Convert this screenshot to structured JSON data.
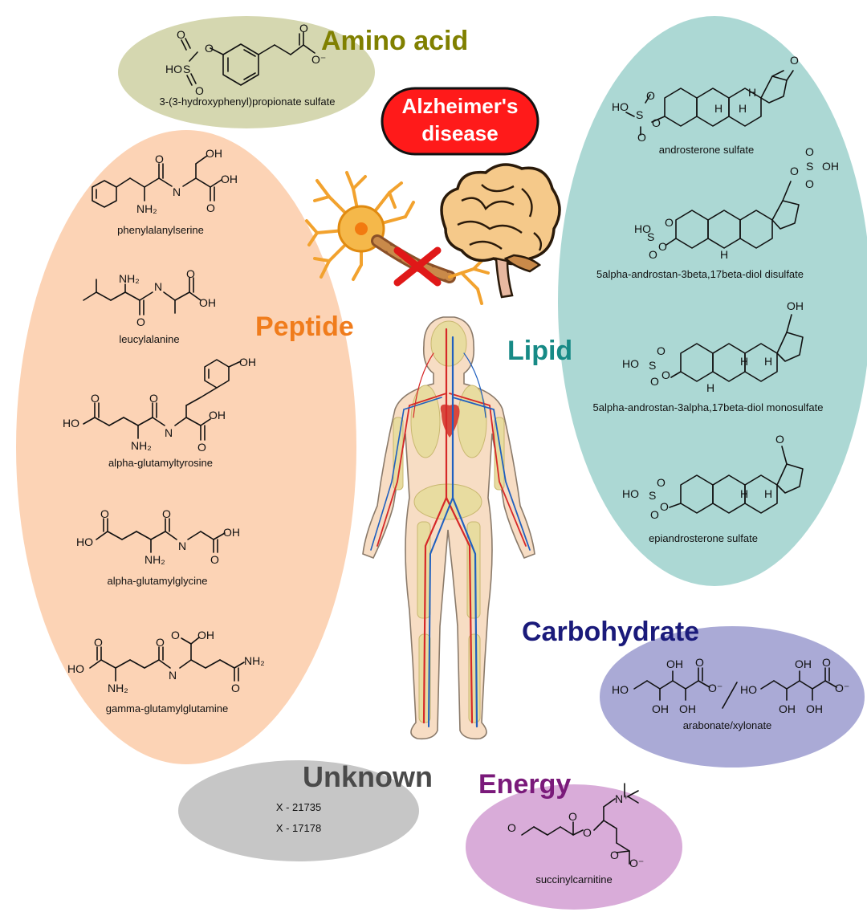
{
  "alzheimers_label": [
    "Alzheimer's",
    "disease"
  ],
  "categories": {
    "amino_acid": {
      "title": "Amino acid",
      "color": "#d5d7b0",
      "title_color": "#808000",
      "molecules": [
        "3-(3-hydroxyphenyl)propionate sulfate"
      ]
    },
    "peptide": {
      "title": "Peptide",
      "color": "#fcd3b5",
      "title_color": "#f07c1c",
      "molecules": [
        "phenylalanylserine",
        "leucylalanine",
        "alpha-glutamyltyrosine",
        "alpha-glutamylglycine",
        "gamma-glutamylglutamine"
      ]
    },
    "lipid": {
      "title": "Lipid",
      "color": "#acd8d4",
      "title_color": "#178a86",
      "molecules": [
        "androsterone sulfate",
        "5alpha-androstan-3beta,17beta-diol disulfate",
        "5alpha-androstan-3alpha,17beta-diol monosulfate",
        "epiandrosterone sulfate"
      ]
    },
    "carbohydrate": {
      "title": "Carbohydrate",
      "color": "#aaaad6",
      "title_color": "#1a1a7a",
      "molecules": [
        "arabonate/xylonate"
      ]
    },
    "energy": {
      "title": "Energy",
      "color": "#d9acd9",
      "title_color": "#7a1a7a",
      "molecules": [
        "succinylcarnitine"
      ]
    },
    "unknown": {
      "title": "Unknown",
      "color": "#c6c6c6",
      "title_color": "#4a4a4a",
      "molecules": [
        "X - 21735",
        "X - 17178"
      ]
    }
  },
  "atom_labels": {
    "ho": "HO",
    "oh": "OH",
    "nh2": "NH₂",
    "h": "H",
    "o": "O",
    "s": "S",
    "n": "N",
    "nplus": "N⁺",
    "ominus": "O⁻",
    "ochg": "O"
  },
  "colors": {
    "neuron": "#f2a22e",
    "axon": "#b8733a",
    "cross": "#e01818",
    "brain": "#f5c98a",
    "alz_badge": "#ff1a1a"
  }
}
